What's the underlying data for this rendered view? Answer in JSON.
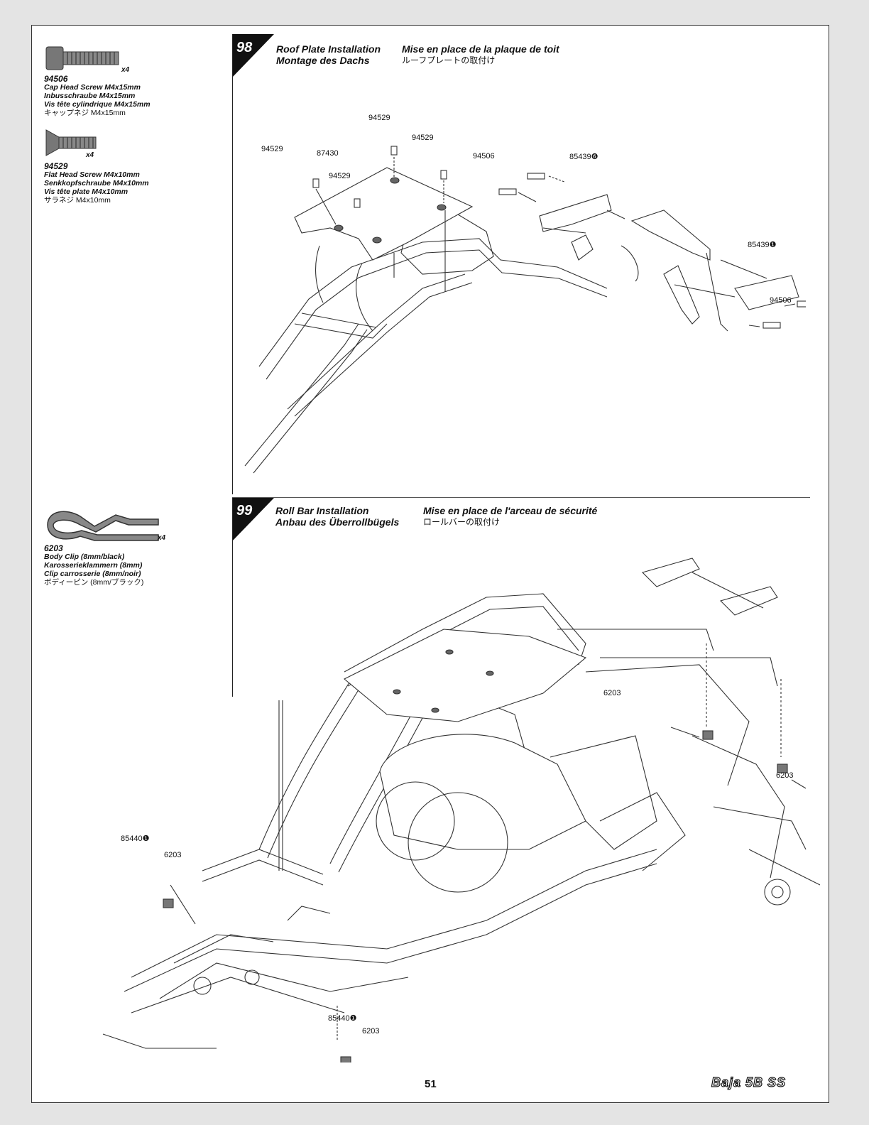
{
  "parts": [
    {
      "num": "94506",
      "qty": "x4",
      "lines": [
        "Cap Head Screw M4x15mm",
        "Inbusschraube M4x15mm",
        "Vis tête cylindrique M4x15mm",
        "キャップネジ M4x15mm"
      ]
    },
    {
      "num": "94529",
      "qty": "x4",
      "lines": [
        "Flat Head Screw M4x10mm",
        "Senkkopfschraube M4x10mm",
        "Vis tête plate M4x10mm",
        "サラネジ M4x10mm"
      ]
    },
    {
      "num": "6203",
      "qty": "x4",
      "lines": [
        "Body Clip (8mm/black)",
        "Karosserieklammern (8mm)",
        "Clip carrosserie (8mm/noir)",
        "ボディーピン (8mm/ブラック)"
      ]
    }
  ],
  "steps": [
    {
      "number": "98",
      "title_en": "Roof Plate Installation",
      "title_de": "Montage des Dachs",
      "title_fr": "Mise en place de la plaque de toit",
      "title_jp": "ルーフプレートの取付け",
      "callouts": [
        "94529",
        "94529",
        "87430",
        "94529",
        "94529",
        "94506",
        "85439❻",
        "85439❶",
        "94506"
      ]
    },
    {
      "number": "99",
      "title_en": "Roll Bar Installation",
      "title_de": "Anbau des Überrollbügels",
      "title_fr": "Mise en place de l'arceau de sécurité",
      "title_jp": "ロールバーの取付け",
      "callouts": [
        "6203",
        "6203",
        "85440❶",
        "6203",
        "85440❶",
        "6203"
      ]
    }
  ],
  "footer": {
    "page_number": "51",
    "brand": "Baja 5B SS"
  }
}
